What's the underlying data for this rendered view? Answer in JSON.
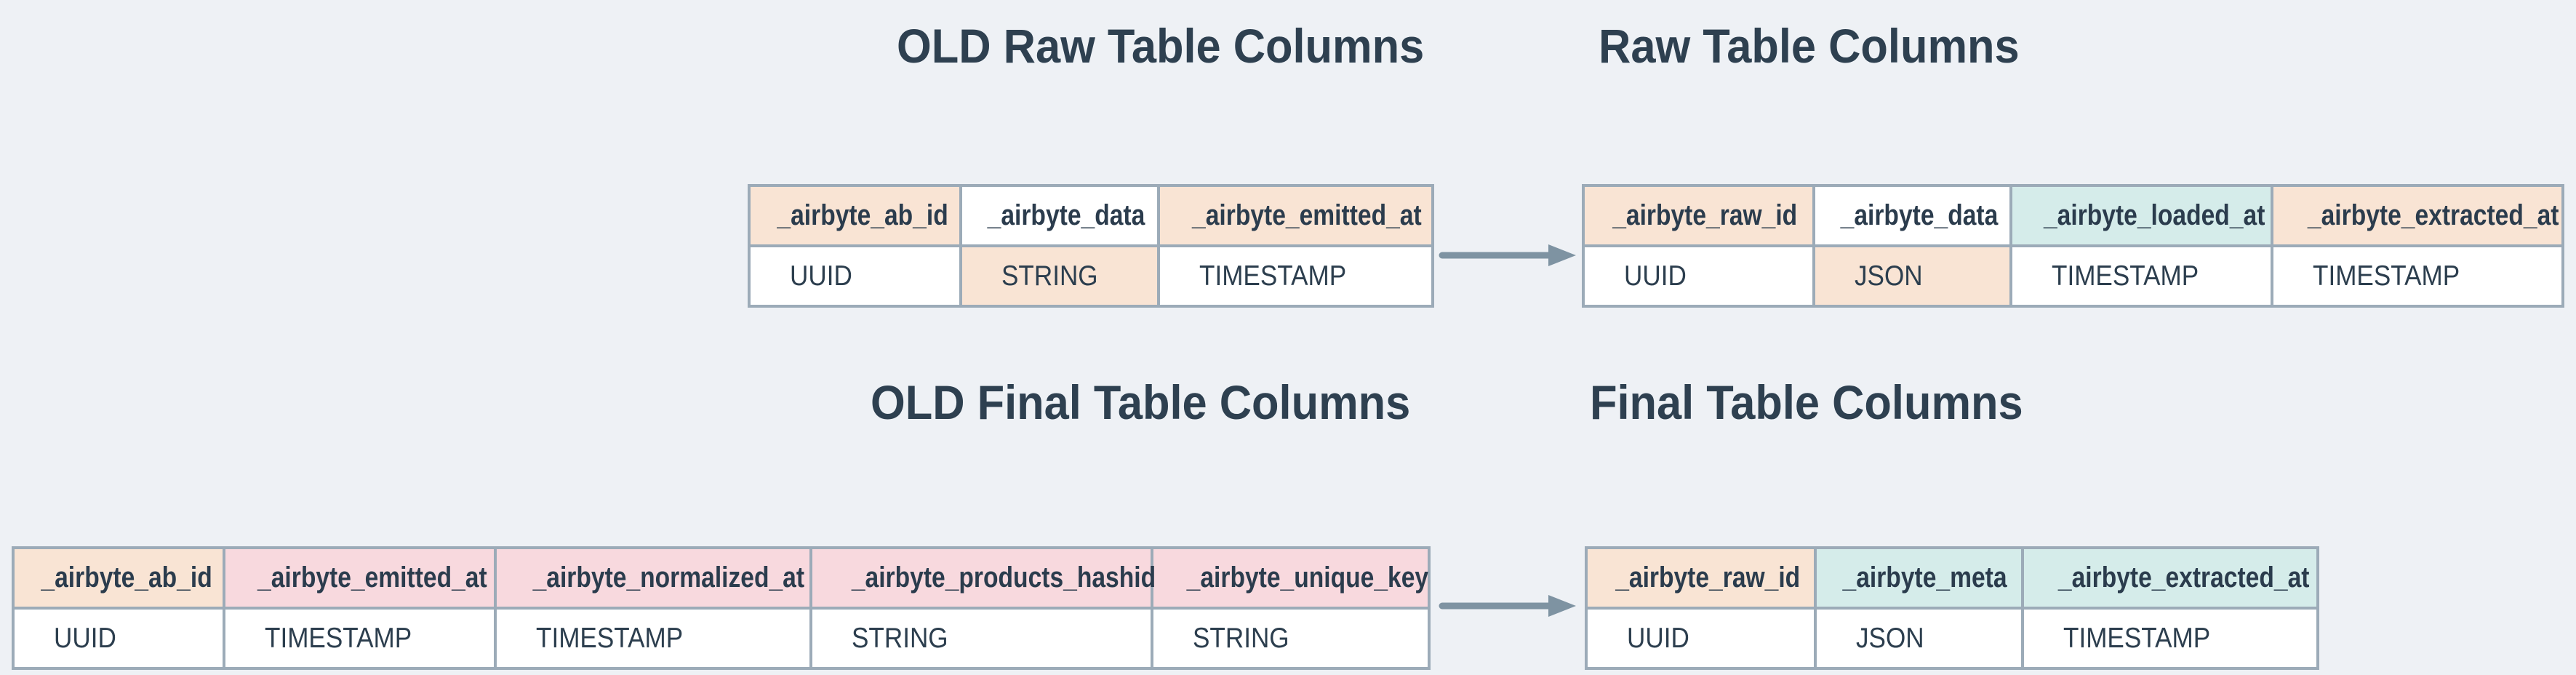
{
  "colors": {
    "background": "#eef1f5",
    "table_border": "#9cabb8",
    "arrow": "#7e93a2",
    "header_text": "#2b3c4d",
    "type_text": "#2c3e4e",
    "title_text": "#2e4050",
    "peach": "#f9e4d4",
    "pink": "#f8d9de",
    "teal": "#d5ecea",
    "white": "#ffffff"
  },
  "titles": {
    "old_raw": "OLD Raw Table Columns",
    "raw": "Raw Table Columns",
    "old_final": "OLD Final Table Columns",
    "final": "Final Table Columns"
  },
  "icons": {
    "arrow_top": "right-arrow",
    "arrow_bottom": "right-arrow"
  },
  "tables": {
    "old_raw": {
      "columns": [
        {
          "name": "_airbyte_ab_id",
          "type": "UUID",
          "header_bg": "#f9e4d4",
          "type_bg": "#ffffff"
        },
        {
          "name": "_airbyte_data",
          "type": "STRING",
          "header_bg": "#ffffff",
          "type_bg": "#f9e4d4"
        },
        {
          "name": "_airbyte_emitted_at",
          "type": "TIMESTAMP",
          "header_bg": "#f9e4d4",
          "type_bg": "#ffffff"
        }
      ]
    },
    "raw": {
      "columns": [
        {
          "name": "_airbyte_raw_id",
          "type": "UUID",
          "header_bg": "#f9e4d4",
          "type_bg": "#ffffff"
        },
        {
          "name": "_airbyte_data",
          "type": "JSON",
          "header_bg": "#ffffff",
          "type_bg": "#f9e4d4"
        },
        {
          "name": "_airbyte_loaded_at",
          "type": "TIMESTAMP",
          "header_bg": "#d5ecea",
          "type_bg": "#ffffff"
        },
        {
          "name": "_airbyte_extracted_at",
          "type": "TIMESTAMP",
          "header_bg": "#f9e4d4",
          "type_bg": "#ffffff"
        }
      ]
    },
    "old_final": {
      "columns": [
        {
          "name": "_airbyte_ab_id",
          "type": "UUID",
          "header_bg": "#f9e4d4",
          "type_bg": "#ffffff"
        },
        {
          "name": "_airbyte_emitted_at",
          "type": "TIMESTAMP",
          "header_bg": "#f8d9de",
          "type_bg": "#ffffff"
        },
        {
          "name": "_airbyte_normalized_at",
          "type": "TIMESTAMP",
          "header_bg": "#f8d9de",
          "type_bg": "#ffffff"
        },
        {
          "name": "_airbyte_products_hashid",
          "type": "STRING",
          "header_bg": "#f8d9de",
          "type_bg": "#ffffff"
        },
        {
          "name": "_airbyte_unique_key",
          "type": "STRING",
          "header_bg": "#f8d9de",
          "type_bg": "#ffffff"
        }
      ]
    },
    "final": {
      "columns": [
        {
          "name": "_airbyte_raw_id",
          "type": "UUID",
          "header_bg": "#f9e4d4",
          "type_bg": "#ffffff"
        },
        {
          "name": "_airbyte_meta",
          "type": "JSON",
          "header_bg": "#d5ecea",
          "type_bg": "#ffffff"
        },
        {
          "name": "_airbyte_extracted_at",
          "type": "TIMESTAMP",
          "header_bg": "#d5ecea",
          "type_bg": "#ffffff"
        }
      ]
    }
  }
}
